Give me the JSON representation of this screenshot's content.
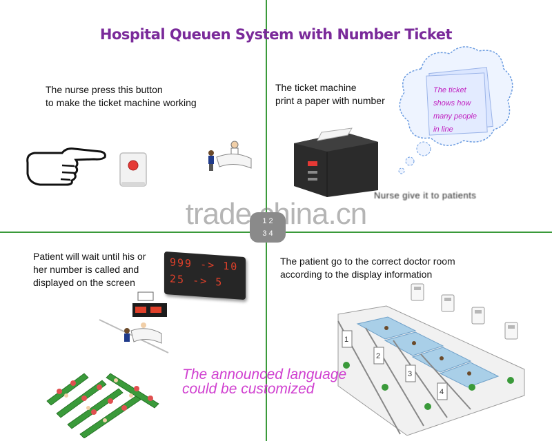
{
  "title": "Hospital Queuen System with Number Ticket",
  "captions": {
    "nurse_button": [
      "The nurse press this button",
      "to make the ticket machine working"
    ],
    "ticket_machine": [
      "The ticket machine",
      "print a paper with number"
    ],
    "patient_wait": [
      "Patient will wait until his or",
      "her number is called and",
      "displayed on the screen"
    ],
    "doctor_room": [
      "The patient go to the correct doctor room",
      "according to the display information"
    ]
  },
  "cloud_text": [
    "The ticket",
    "shows how",
    "many people",
    "in line"
  ],
  "blurred_text": "Nurse give it to patients",
  "watermark": "trade.china.cn",
  "badge": [
    "1 2",
    "3 4"
  ],
  "led_display": {
    "row1_left": "999",
    "row1_right": "10",
    "row2_left": "25",
    "row2_right": "5"
  },
  "room_numbers": [
    "1",
    "2",
    "3",
    "4"
  ],
  "note": [
    "The announced language",
    "could be customized"
  ],
  "colors": {
    "divider": "#3a9a3a",
    "title": "#7a2a9a",
    "note": "#d040d0",
    "cloud_text": "#c020c0",
    "led": "#e0402a"
  }
}
